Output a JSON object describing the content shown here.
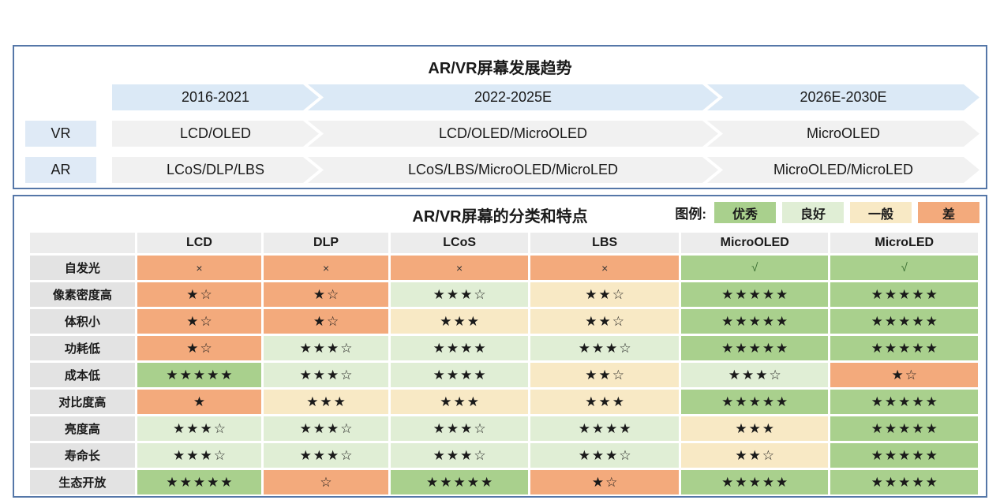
{
  "colors": {
    "panel_border": "#5577a8",
    "timeline_blue": "#dbe9f6",
    "band_gray": "#f1f1f1",
    "vr_ar_label_blue": "#dfeaf6",
    "header_gray": "#ececec",
    "row_label_gray": "#e3e3e3",
    "excellent_green": "#a9d08d",
    "good_light_green": "#e0eed5",
    "average_cream": "#f8e9c5",
    "poor_orange": "#f3aa7c",
    "check_green": "#3c7033"
  },
  "trend": {
    "title": "AR/VR屏幕发展趋势",
    "periods": [
      "2016-2021",
      "2022-2025E",
      "2026E-2030E"
    ],
    "rows": [
      {
        "label": "VR",
        "cells": [
          "LCD/OLED",
          "LCD/OLED/MicroOLED",
          "MicroOLED"
        ]
      },
      {
        "label": "AR",
        "cells": [
          "LCoS/DLP/LBS",
          "LCoS/LBS/MicroOLED/MicroLED",
          "MicroOLED/MicroLED"
        ]
      }
    ]
  },
  "matrix": {
    "title": "AR/VR屏幕的分类和特点",
    "legend_label": "图例:",
    "legend": [
      {
        "label": "优秀",
        "level": "excellent"
      },
      {
        "label": "良好",
        "level": "good"
      },
      {
        "label": "一般",
        "level": "average"
      },
      {
        "label": "差",
        "level": "poor"
      }
    ],
    "columns": [
      "LCD",
      "DLP",
      "LCoS",
      "LBS",
      "MicroOLED",
      "MicroLED"
    ],
    "rows": [
      {
        "label": "自发光",
        "cells": [
          {
            "text": "×",
            "level": "poor"
          },
          {
            "text": "×",
            "level": "poor"
          },
          {
            "text": "×",
            "level": "poor"
          },
          {
            "text": "×",
            "level": "poor"
          },
          {
            "text": "√",
            "level": "excellent"
          },
          {
            "text": "√",
            "level": "excellent"
          }
        ]
      },
      {
        "label": "像素密度高",
        "cells": [
          {
            "text": "★☆",
            "level": "poor"
          },
          {
            "text": "★☆",
            "level": "poor"
          },
          {
            "text": "★★★☆",
            "level": "good"
          },
          {
            "text": "★★☆",
            "level": "average"
          },
          {
            "text": "★★★★★",
            "level": "excellent"
          },
          {
            "text": "★★★★★",
            "level": "excellent"
          }
        ]
      },
      {
        "label": "体积小",
        "cells": [
          {
            "text": "★☆",
            "level": "poor"
          },
          {
            "text": "★☆",
            "level": "poor"
          },
          {
            "text": "★★★",
            "level": "average"
          },
          {
            "text": "★★☆",
            "level": "average"
          },
          {
            "text": "★★★★★",
            "level": "excellent"
          },
          {
            "text": "★★★★★",
            "level": "excellent"
          }
        ]
      },
      {
        "label": "功耗低",
        "cells": [
          {
            "text": "★☆",
            "level": "poor"
          },
          {
            "text": "★★★☆",
            "level": "good"
          },
          {
            "text": "★★★★",
            "level": "good"
          },
          {
            "text": "★★★☆",
            "level": "good"
          },
          {
            "text": "★★★★★",
            "level": "excellent"
          },
          {
            "text": "★★★★★",
            "level": "excellent"
          }
        ]
      },
      {
        "label": "成本低",
        "cells": [
          {
            "text": "★★★★★",
            "level": "excellent"
          },
          {
            "text": "★★★☆",
            "level": "good"
          },
          {
            "text": "★★★★",
            "level": "good"
          },
          {
            "text": "★★☆",
            "level": "average"
          },
          {
            "text": "★★★☆",
            "level": "good"
          },
          {
            "text": "★☆",
            "level": "poor"
          }
        ]
      },
      {
        "label": "对比度高",
        "cells": [
          {
            "text": "★",
            "level": "poor"
          },
          {
            "text": "★★★",
            "level": "average"
          },
          {
            "text": "★★★",
            "level": "average"
          },
          {
            "text": "★★★",
            "level": "average"
          },
          {
            "text": "★★★★★",
            "level": "excellent"
          },
          {
            "text": "★★★★★",
            "level": "excellent"
          }
        ]
      },
      {
        "label": "亮度高",
        "cells": [
          {
            "text": "★★★☆",
            "level": "good"
          },
          {
            "text": "★★★☆",
            "level": "good"
          },
          {
            "text": "★★★☆",
            "level": "good"
          },
          {
            "text": "★★★★",
            "level": "good"
          },
          {
            "text": "★★★",
            "level": "average"
          },
          {
            "text": "★★★★★",
            "level": "excellent"
          }
        ]
      },
      {
        "label": "寿命长",
        "cells": [
          {
            "text": "★★★☆",
            "level": "good"
          },
          {
            "text": "★★★☆",
            "level": "good"
          },
          {
            "text": "★★★☆",
            "level": "good"
          },
          {
            "text": "★★★☆",
            "level": "good"
          },
          {
            "text": "★★☆",
            "level": "average"
          },
          {
            "text": "★★★★★",
            "level": "excellent"
          }
        ]
      },
      {
        "label": "生态开放",
        "cells": [
          {
            "text": "★★★★★",
            "level": "excellent"
          },
          {
            "text": "☆",
            "level": "poor"
          },
          {
            "text": "★★★★★",
            "level": "excellent"
          },
          {
            "text": "★☆",
            "level": "poor"
          },
          {
            "text": "★★★★★",
            "level": "excellent"
          },
          {
            "text": "★★★★★",
            "level": "excellent"
          }
        ]
      }
    ]
  }
}
